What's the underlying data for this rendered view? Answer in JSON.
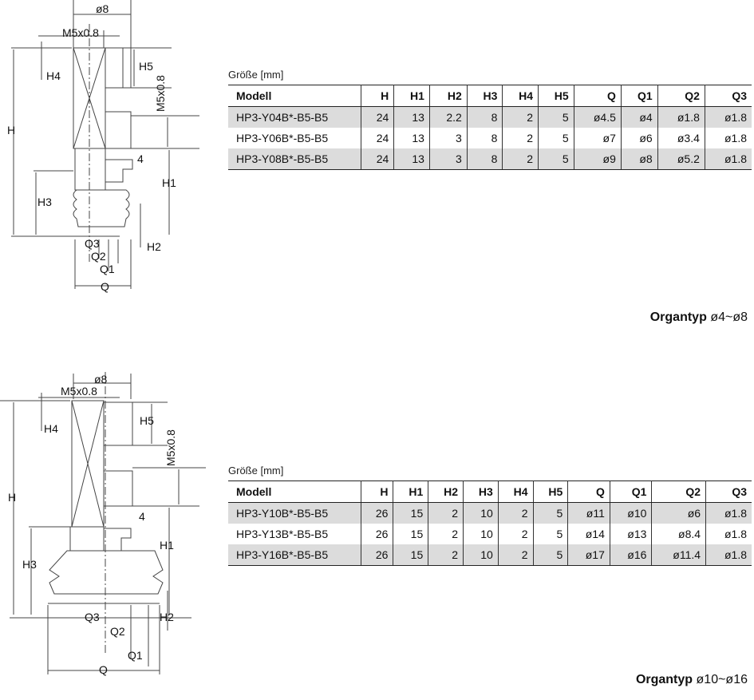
{
  "sections": [
    {
      "drawing_labels": {
        "d8": "ø8",
        "m5": "M5x0.8",
        "m5_vert": "M5x0.8",
        "h": "H",
        "h1": "H1",
        "h2": "H2",
        "h3": "H3",
        "h4": "H4",
        "h5": "H5",
        "four": "4",
        "q": "Q",
        "q1": "Q1",
        "q2": "Q2",
        "q3": "Q3"
      },
      "size_label": "Größe [mm]",
      "headers": [
        "Modell",
        "H",
        "H1",
        "H2",
        "H3",
        "H4",
        "H5",
        "Q",
        "Q1",
        "Q2",
        "Q3"
      ],
      "rows": [
        [
          "HP3-Y04B*-B5-B5",
          "24",
          "13",
          "2.2",
          "8",
          "2",
          "5",
          "ø4.5",
          "ø4",
          "ø1.8",
          "ø1.8"
        ],
        [
          "HP3-Y06B*-B5-B5",
          "24",
          "13",
          "3",
          "8",
          "2",
          "5",
          "ø7",
          "ø6",
          "ø3.4",
          "ø1.8"
        ],
        [
          "HP3-Y08B*-B5-B5",
          "24",
          "13",
          "3",
          "8",
          "2",
          "5",
          "ø9",
          "ø8",
          "ø5.2",
          "ø1.8"
        ]
      ],
      "caption_text": "Organtyp",
      "caption_range": "ø4~ø8"
    },
    {
      "drawing_labels": {
        "d8": "ø8",
        "m5": "M5x0.8",
        "m5_vert": "M5x0.8",
        "h": "H",
        "h1": "H1",
        "h2": "H2",
        "h3": "H3",
        "h4": "H4",
        "h5": "H5",
        "four": "4",
        "q": "Q",
        "q1": "Q1",
        "q2": "Q2",
        "q3": "Q3"
      },
      "size_label": "Größe [mm]",
      "headers": [
        "Modell",
        "H",
        "H1",
        "H2",
        "H3",
        "H4",
        "H5",
        "Q",
        "Q1",
        "Q2",
        "Q3"
      ],
      "rows": [
        [
          "HP3-Y10B*-B5-B5",
          "26",
          "15",
          "2",
          "10",
          "2",
          "5",
          "ø11",
          "ø10",
          "ø6",
          "ø1.8"
        ],
        [
          "HP3-Y13B*-B5-B5",
          "26",
          "15",
          "2",
          "10",
          "2",
          "5",
          "ø14",
          "ø13",
          "ø8.4",
          "ø1.8"
        ],
        [
          "HP3-Y16B*-B5-B5",
          "26",
          "15",
          "2",
          "10",
          "2",
          "5",
          "ø17",
          "ø16",
          "ø11.4",
          "ø1.8"
        ]
      ],
      "caption_text": "Organtyp",
      "caption_range": "ø10~ø16"
    }
  ]
}
